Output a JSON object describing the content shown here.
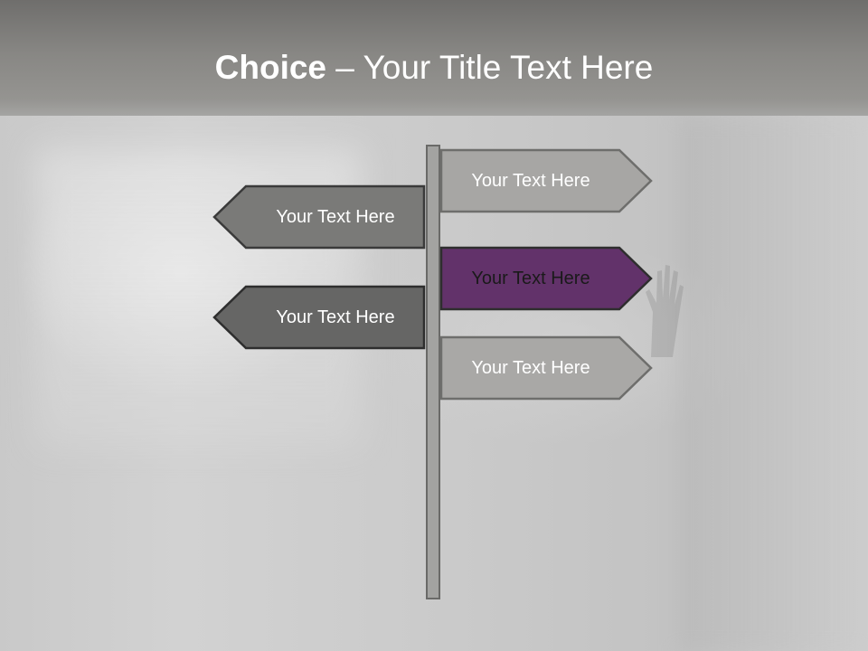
{
  "slide": {
    "title_bold": "Choice",
    "title_rest": " – Your Title Text Here"
  },
  "signs": [
    {
      "label": "Your Text Here",
      "direction": "right",
      "fill": "#a7a6a4",
      "text_color": "#ffffff"
    },
    {
      "label": "Your Text Here",
      "direction": "left",
      "fill": "#7a7a78",
      "text_color": "#ffffff"
    },
    {
      "label": "Your Text Here",
      "direction": "right",
      "fill": "#62326a",
      "text_color": "#1a1a1a"
    },
    {
      "label": "Your Text Here",
      "direction": "left",
      "fill": "#666665",
      "text_color": "#ffffff"
    },
    {
      "label": "Your Text Here",
      "direction": "right",
      "fill": "#a9a8a6",
      "text_color": "#ffffff"
    }
  ],
  "colors": {
    "title_band": "#888784",
    "pole": "#a3a3a1",
    "accent_purple": "#62326a"
  },
  "icons": [
    "signpost-icon",
    "hand-silhouette"
  ]
}
